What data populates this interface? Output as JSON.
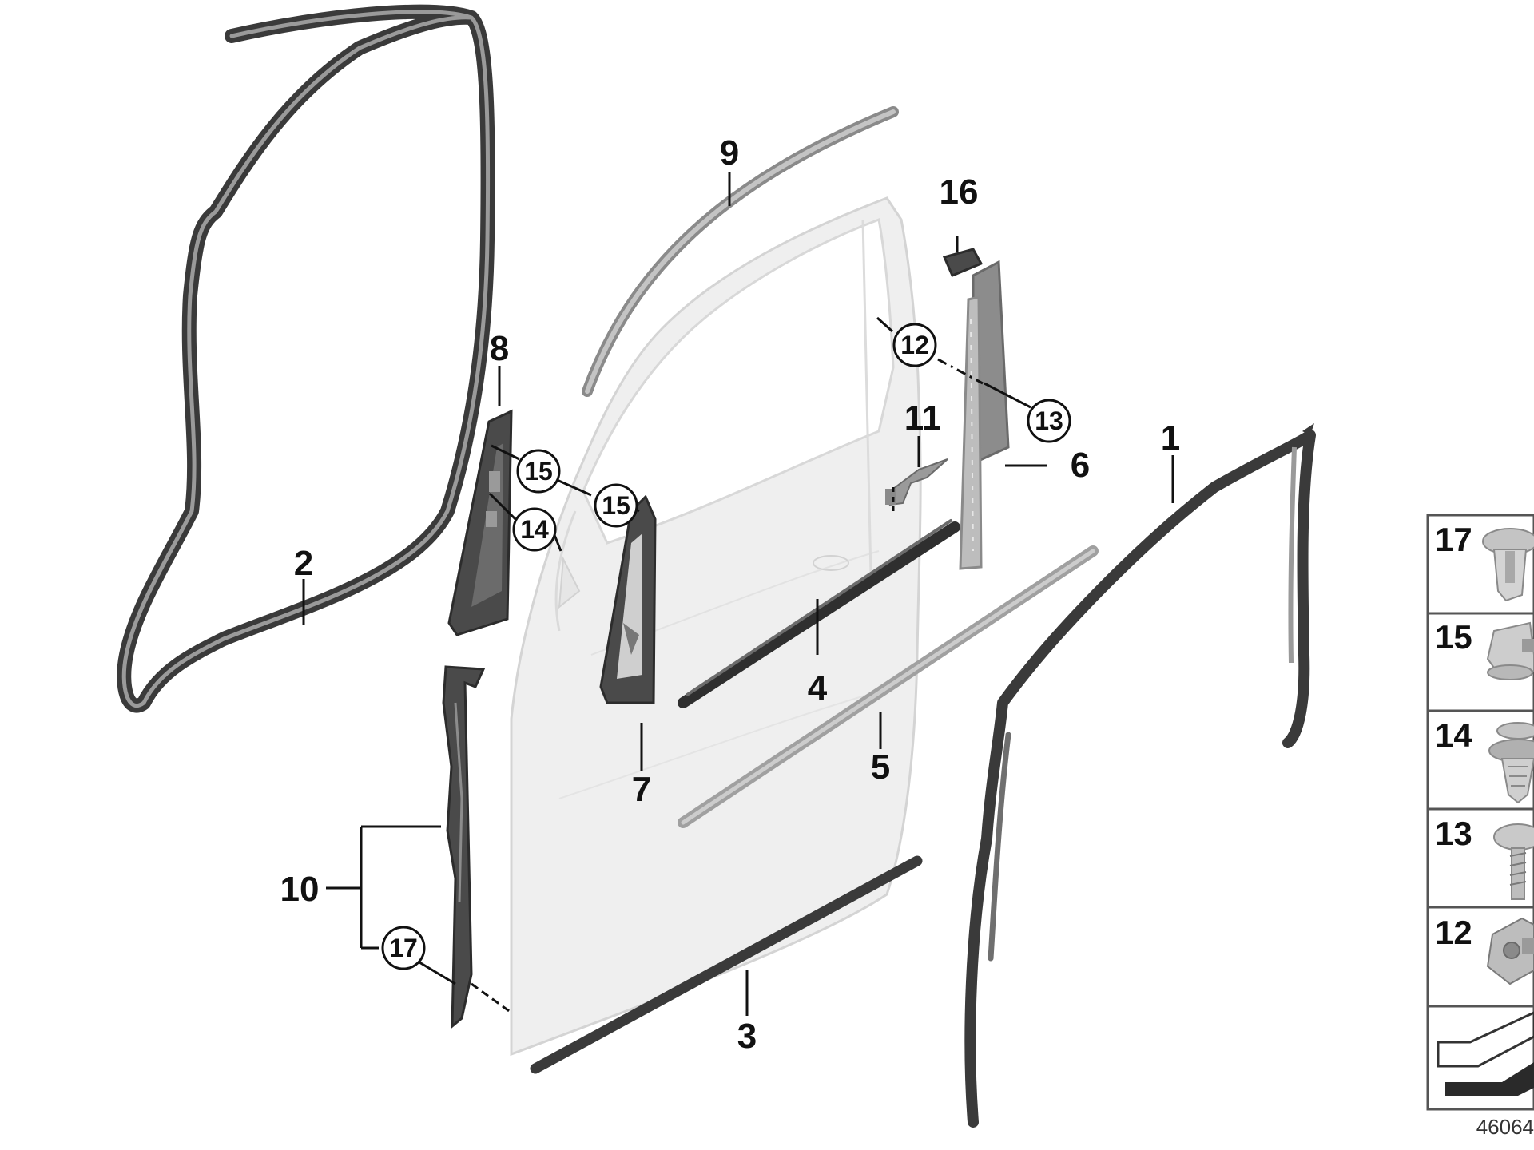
{
  "diagram": {
    "callouts": {
      "c1": "1",
      "c2": "2",
      "c3": "3",
      "c4": "4",
      "c5": "5",
      "c6": "6",
      "c7": "7",
      "c8": "8",
      "c9": "9",
      "c10": "10",
      "c11": "11",
      "c16": "16"
    },
    "circled": {
      "c12": "12",
      "c13": "13",
      "c14": "14",
      "c15a": "15",
      "c15b": "15",
      "c17": "17"
    },
    "legend": [
      "17",
      "15",
      "14",
      "13",
      "12"
    ],
    "reference_id": "46064"
  }
}
